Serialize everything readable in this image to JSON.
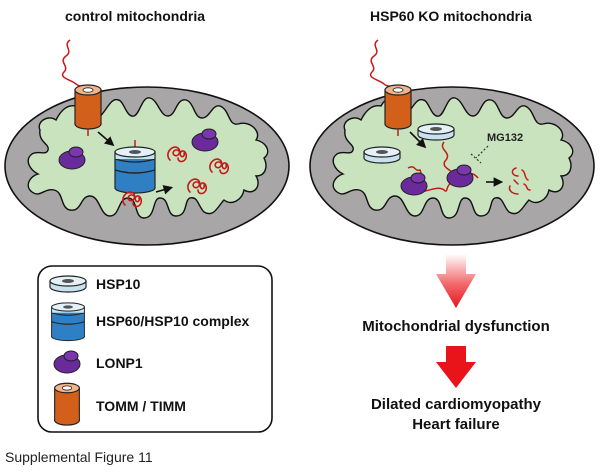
{
  "panels": {
    "control": {
      "title": "control mitochondria"
    },
    "ko": {
      "title": "HSP60 KO mitochondria",
      "inhibitor_label": "MG132"
    }
  },
  "legend": {
    "items": [
      {
        "icon": "hsp10-icon",
        "label": "HSP10"
      },
      {
        "icon": "hsp60-hsp10-complex-icon",
        "label": "HSP60/HSP10 complex"
      },
      {
        "icon": "lonp1-icon",
        "label": "LONP1"
      },
      {
        "icon": "tomm-timm-icon",
        "label": "TOMM / TIMM"
      }
    ]
  },
  "flow": {
    "step1": "Mitochondrial dysfunction",
    "step2_line1": "Dilated cardiomyopathy",
    "step2_line2": "Heart failure"
  },
  "caption": "Supplemental Figure 11",
  "colors": {
    "outer_membrane": "#a8a6a7",
    "matrix": "#c9e3bf",
    "protein_chain": "#c41a1a",
    "tomm_timm": "#d2601a",
    "hsp10": "#c9e2f0",
    "hsp60": "#2f7fc4",
    "lonp1": "#6a2a9c",
    "arrow_red": "#e8141a"
  }
}
